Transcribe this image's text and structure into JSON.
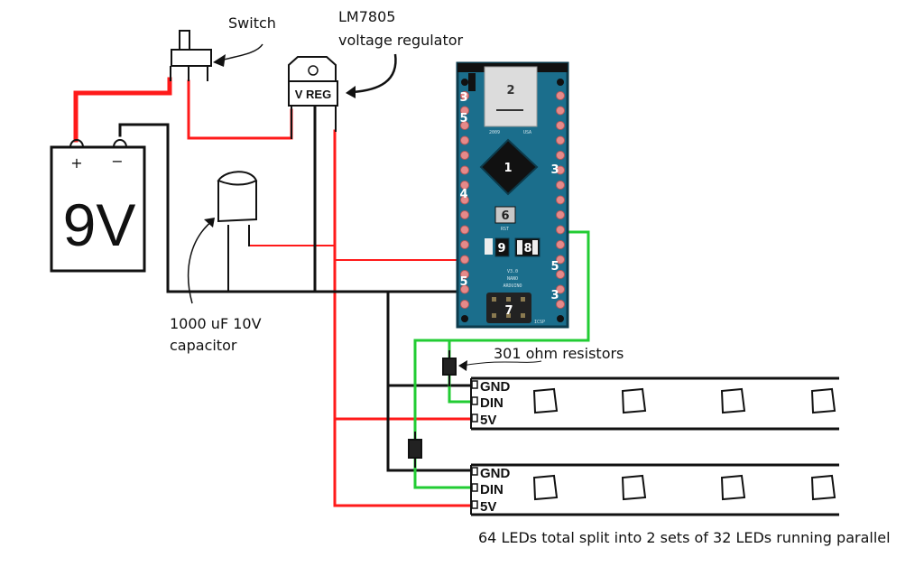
{
  "labels": {
    "switch": "Switch",
    "regulator_line1": "LM7805",
    "regulator_line2": "voltage regulator",
    "regulator_body": "V REG",
    "capacitor_line1": "1000 uF 10V",
    "capacitor_line2": "capacitor",
    "resistors": "301 ohm resistors",
    "footer": "64 LEDs total split into 2 sets of 32 LEDs running parallel"
  },
  "battery": {
    "voltage": "9V",
    "plus": "+",
    "minus": "−"
  },
  "led_strips": [
    {
      "pins": [
        "GND",
        "DIN",
        "5V"
      ]
    },
    {
      "pins": [
        "GND",
        "DIN",
        "5V"
      ]
    }
  ],
  "arduino": {
    "name_line1": "ARDUINO",
    "name_line2": "NANO",
    "name_line3": "V3.0",
    "usb_text_left": "2009",
    "usb_text_right": "USA",
    "rst": "RST",
    "icsp": "ICSP",
    "callouts": {
      "chip": "1",
      "usb": "2",
      "left_top": "3",
      "left_5a": "5",
      "left_4": "4",
      "left_5b": "5",
      "right_3a": "3",
      "right_5": "5",
      "right_3b": "3",
      "reset": "6",
      "icsp_num": "7",
      "leds": "8",
      "pwr": "9"
    }
  },
  "colors": {
    "wire_positive": "#ff1a1a",
    "wire_ground": "#111111",
    "wire_data": "#22cc33",
    "board": "#1b6e8c",
    "board_dark": "#0c3b4c",
    "pin": "#e58a8a"
  }
}
